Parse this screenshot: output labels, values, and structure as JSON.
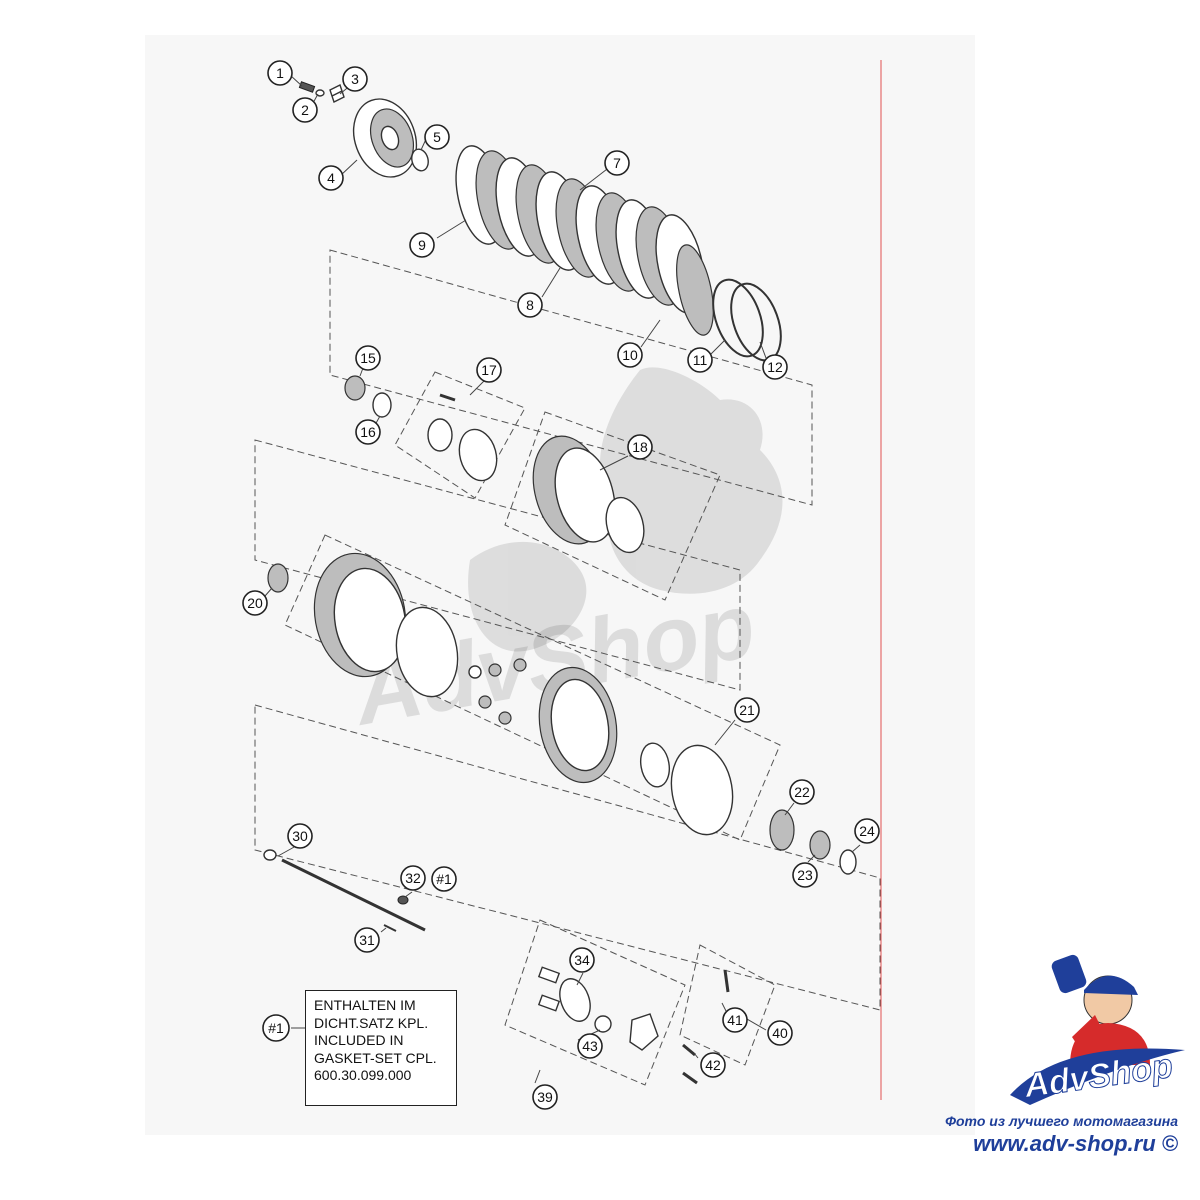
{
  "callouts": [
    {
      "id": "1",
      "label": "1"
    },
    {
      "id": "2",
      "label": "2"
    },
    {
      "id": "3",
      "label": "3"
    },
    {
      "id": "4",
      "label": "4"
    },
    {
      "id": "5",
      "label": "5"
    },
    {
      "id": "7",
      "label": "7"
    },
    {
      "id": "8",
      "label": "8"
    },
    {
      "id": "9",
      "label": "9"
    },
    {
      "id": "10",
      "label": "10"
    },
    {
      "id": "11",
      "label": "11"
    },
    {
      "id": "12",
      "label": "12"
    },
    {
      "id": "15",
      "label": "15"
    },
    {
      "id": "16",
      "label": "16"
    },
    {
      "id": "17",
      "label": "17"
    },
    {
      "id": "18",
      "label": "18"
    },
    {
      "id": "20",
      "label": "20"
    },
    {
      "id": "21",
      "label": "21"
    },
    {
      "id": "22",
      "label": "22"
    },
    {
      "id": "23",
      "label": "23"
    },
    {
      "id": "24",
      "label": "24"
    },
    {
      "id": "30",
      "label": "30"
    },
    {
      "id": "31",
      "label": "31"
    },
    {
      "id": "32",
      "label": "32"
    },
    {
      "id": "32b",
      "label": "#1"
    },
    {
      "id": "34",
      "label": "34"
    },
    {
      "id": "39",
      "label": "39"
    },
    {
      "id": "40",
      "label": "40"
    },
    {
      "id": "41",
      "label": "41"
    },
    {
      "id": "42",
      "label": "42"
    },
    {
      "id": "43",
      "label": "43"
    },
    {
      "id": "n1",
      "label": "#1"
    }
  ],
  "note": {
    "lines": [
      "ENTHALTEN IM",
      "DICHT.SATZ KPL.",
      "INCLUDED IN",
      "GASKET-SET CPL.",
      "600.30.099.000"
    ]
  },
  "watermark": {
    "text": "AdvShop"
  },
  "logo": {
    "text": "AdvShop"
  },
  "credit": {
    "line1": "Фото из лучшего мотомагазина",
    "line2": "www.adv-shop.ru ©"
  },
  "colors": {
    "brand_blue": "#1f3f9a",
    "brand_red": "#d62b2b"
  }
}
